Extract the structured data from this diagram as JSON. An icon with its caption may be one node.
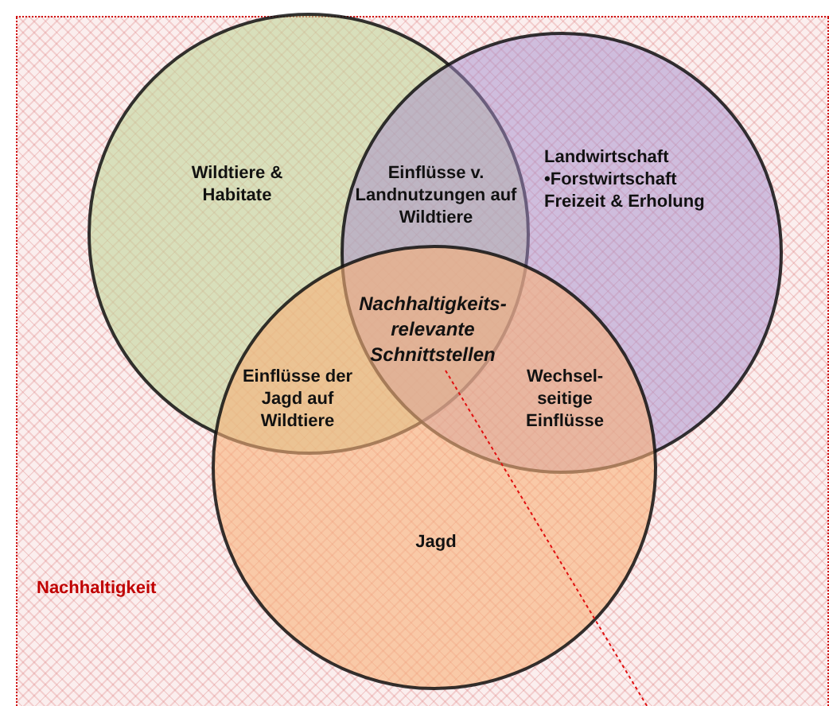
{
  "diagram": {
    "nodes": [
      {
        "text": [
          "Nachhaltigkeit"
        ]
      },
      {
        "text": [
          "Wildtiere & Habitate"
        ],
        "in": 0
      },
      {
        "text": [
          "Landwirtschaft •Forstwirtschaft Freizeit & Erholung"
        ],
        "in": 0
      },
      {
        "text": [
          "Jagd"
        ],
        "in": 0
      },
      {
        "text": [
          "Einflüsse v. Landnutzungen auf Wildtiere"
        ]
      },
      {
        "text": [
          "Nachhaltigkeits- relevante Schnittstellen"
        ]
      },
      {
        "text": [
          "Einflüsse der Jagd auf Wildtiere"
        ]
      },
      {
        "text": [
          "Wechsel- seitige Einflüsse"
        ]
      }
    ],
    "edges": [
      {
        "from": 5,
        "to": 0,
        "arrow": "none",
        "style": "dashed",
        "color": "#e01010"
      }
    ]
  }
}
